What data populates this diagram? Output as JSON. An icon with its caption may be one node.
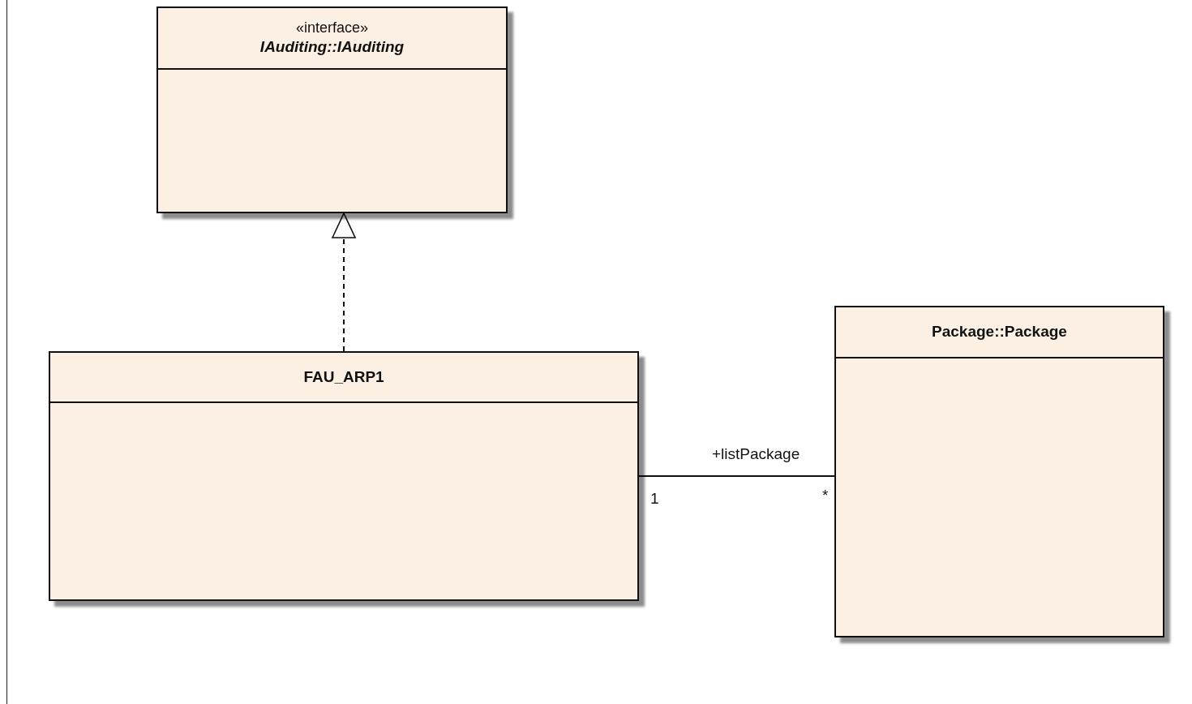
{
  "diagram": {
    "nodes": [
      {
        "text": [
          "«interface»",
          "IAuditing::IAuditing"
        ]
      },
      {
        "text": [
          "FAU_ARP1"
        ]
      },
      {
        "text": [
          "Package::Package"
        ]
      }
    ],
    "edges": [
      {
        "from": 1,
        "to": 0,
        "arrow": "to",
        "style": "dashed"
      },
      {
        "from": 1,
        "to": 2,
        "arrow": "none",
        "label": "+listPackage"
      }
    ],
    "labels": [
      "1",
      "*"
    ]
  }
}
